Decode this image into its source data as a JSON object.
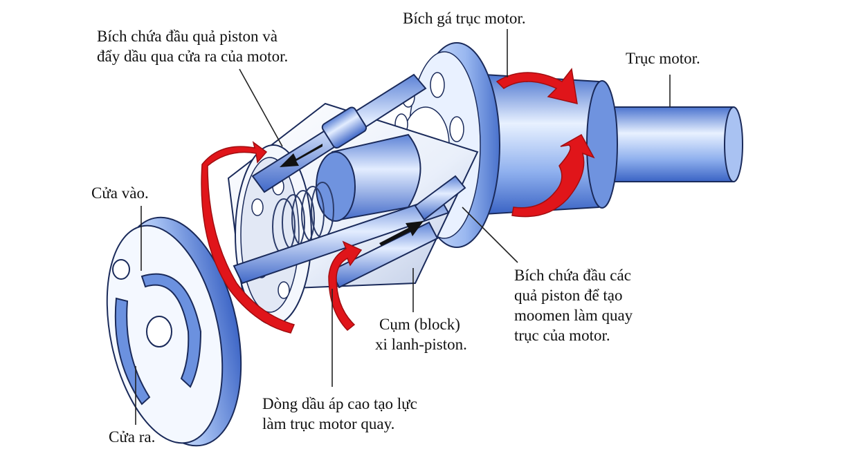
{
  "colors": {
    "metal_light": "#e8f1ff",
    "metal_mid": "#9ab8f0",
    "metal_dark": "#3a63c4",
    "outline": "#1a2a5a",
    "arrow_red": "#e0151a",
    "arrow_red_dark": "#a00d10",
    "flow_arrow": "#111111",
    "leader_line": "#222222"
  },
  "icons": {
    "rotation_arrow": "curved-red-arrow-icon",
    "flow_arrow": "black-flow-arrow-icon"
  },
  "labels": {
    "shaft_flange": "Bích gá trục motor.",
    "piston_flange_line1": "Bích chứa đầu quả piston và",
    "piston_flange_line2": "đẩy dầu qua cửa ra của motor.",
    "motor_shaft": "Trục motor.",
    "inlet_port": "Cửa vào.",
    "torque_flange_line1": "Bích chứa đầu các",
    "torque_flange_line2": "quả piston để tạo",
    "torque_flange_line3": "moomen làm quay",
    "torque_flange_line4": "trục của motor.",
    "cylinder_block_line1": "Cụm (block)",
    "cylinder_block_line2": "xi lanh-piston.",
    "pressure_flow_line1": "Dòng dầu áp cao tạo lực",
    "pressure_flow_line2": "làm trục motor quay.",
    "outlet_port": "Cửa ra."
  }
}
